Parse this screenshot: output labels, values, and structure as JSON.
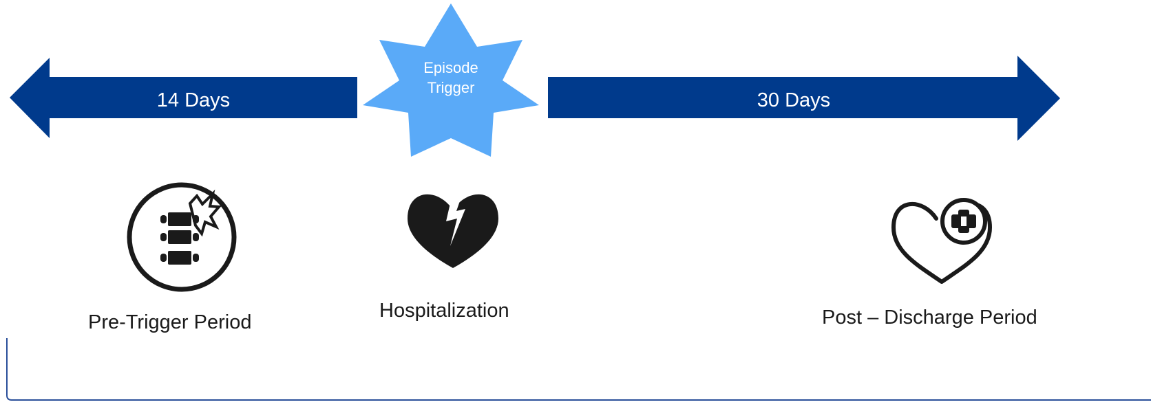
{
  "timeline": {
    "left_arrow_label": "14 Days",
    "right_arrow_label": "30 Days",
    "trigger_line1": "Episode",
    "trigger_line2": "Trigger"
  },
  "stages": {
    "pre_trigger_label": "Pre-Trigger Period",
    "hospitalization_label": "Hospitalization",
    "post_discharge_label": "Post – Discharge Period"
  },
  "colors": {
    "arrow": "#003a8c",
    "star": "#5aaaf8",
    "icon": "#1a1a1a",
    "bracket": "#2a4f9a"
  },
  "icons": {
    "pre_trigger": "spine-injury-icon",
    "hospitalization": "broken-heart-icon",
    "post_discharge": "heart-bandage-icon"
  }
}
